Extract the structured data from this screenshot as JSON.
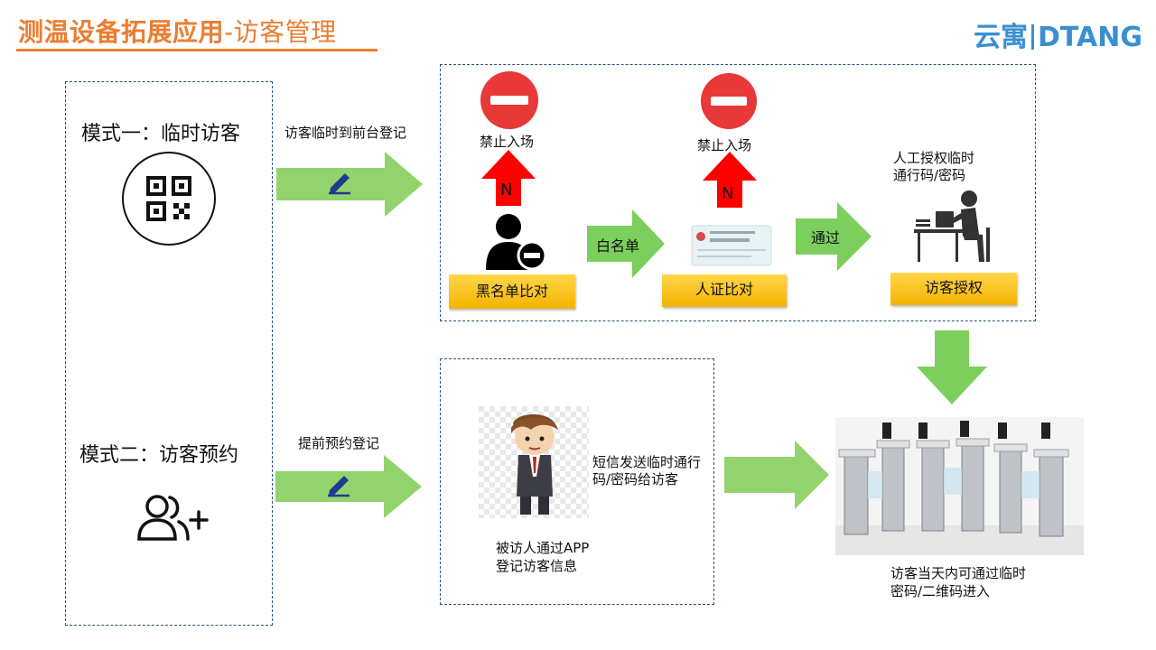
{
  "header": {
    "title_main": "测温设备拓展应用",
    "title_sub": "-访客管理",
    "logo_cn": "云寓",
    "logo_en": "DTANG"
  },
  "modes": {
    "mode1": {
      "label": "模式一：临时访客",
      "arrow_text": "访客临时到前台登记"
    },
    "mode2": {
      "label": "模式二：访客预约",
      "arrow_text": "提前预约登记"
    }
  },
  "flow1": {
    "forbid1": "禁止入场",
    "forbid2": "禁止入场",
    "no_mark": "N",
    "no_mark2": "N",
    "step1": "黑名单比对",
    "arrow1": "白名单",
    "step2": "人证比对",
    "arrow2": "通过",
    "manual_line1": "人工授权临时",
    "manual_line2": "通行码/密码",
    "step3": "访客授权"
  },
  "flow2": {
    "sms_line1": "短信发送临时通行",
    "sms_line2": "码/密码给访客",
    "host_line1": "被访人通过APP",
    "host_line2": "登记访客信息"
  },
  "result": {
    "line1": "访客当天内可通过临时",
    "line2": "密码/二维码进入"
  },
  "colors": {
    "title": "#ed7d31",
    "logo": "#3a8fd0",
    "green_arrow": "#92d36e",
    "red_arrow": "#ff0000",
    "stop_sign": "#e83838",
    "gold_box": "#f5b800"
  }
}
